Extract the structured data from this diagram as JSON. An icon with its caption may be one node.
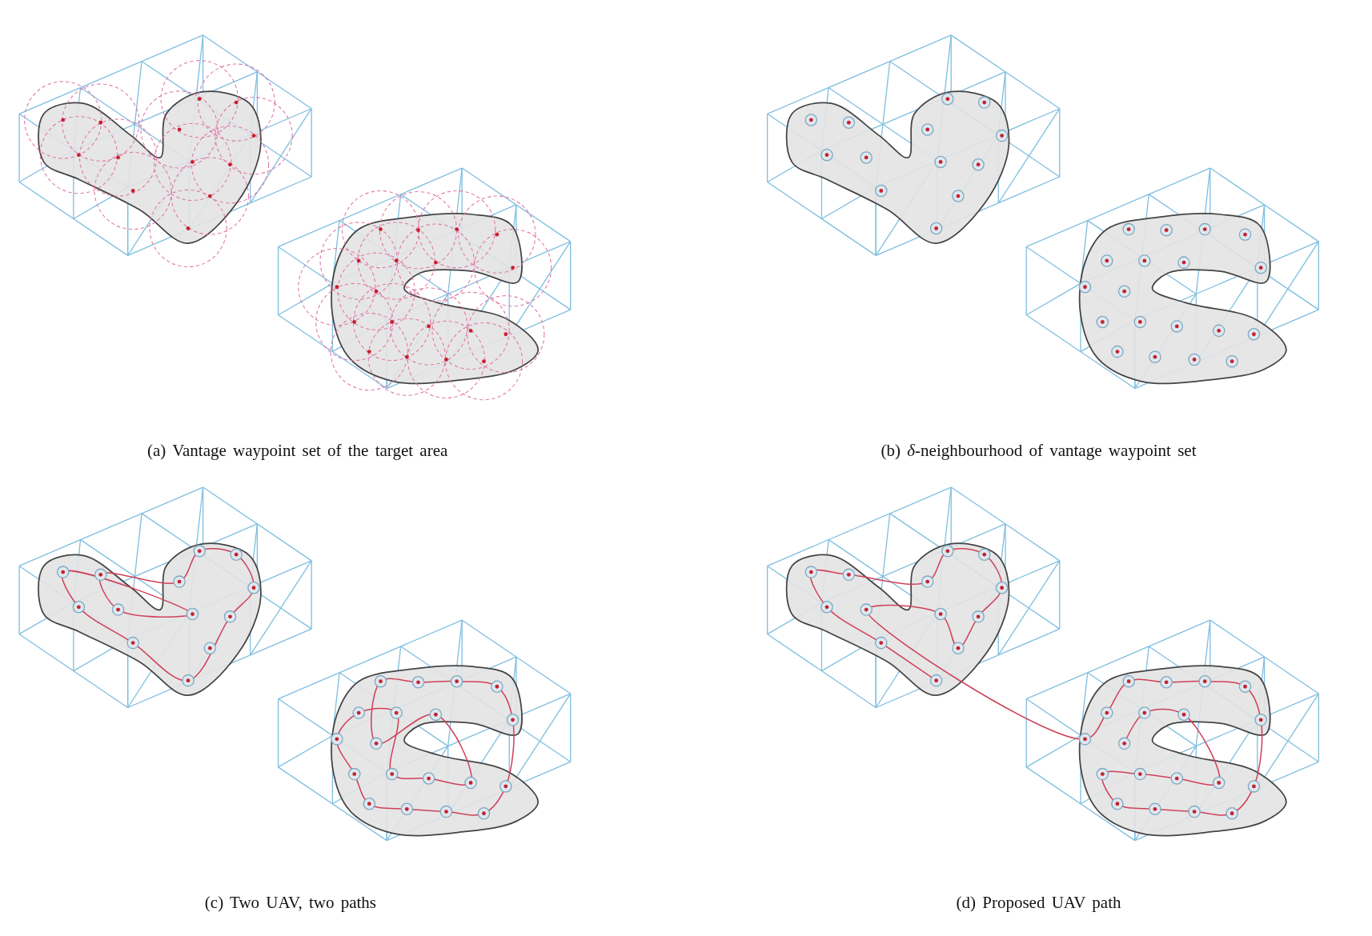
{
  "diagram": {
    "labels": [
      "(a) Vantage waypoint set of the target area",
      "(b) *δ*-neighbourhood of vantage waypoint set",
      "(c) Two UAV, two paths",
      "(d) Proposed UAV path"
    ]
  }
}
